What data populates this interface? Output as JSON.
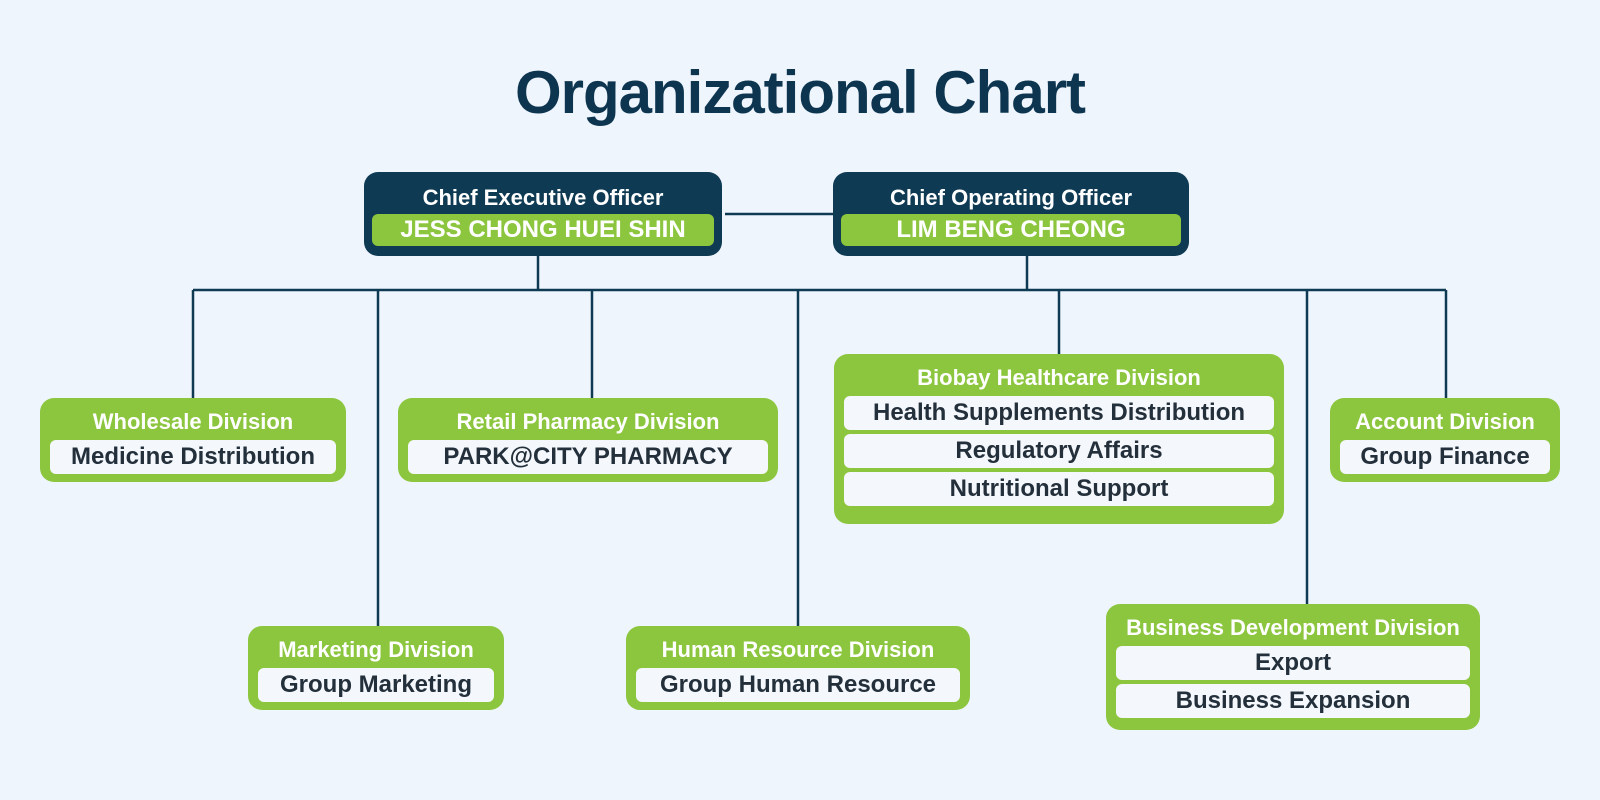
{
  "title": "Organizational Chart",
  "executives": [
    {
      "role": "Chief Executive Officer",
      "name": "JESS CHONG HUEI SHIN"
    },
    {
      "role": "Chief Operating Officer",
      "name": "LIM BENG CHEONG"
    }
  ],
  "divisions": [
    {
      "title": "Wholesale Division",
      "items": [
        "Medicine Distribution"
      ]
    },
    {
      "title": "Marketing Division",
      "items": [
        "Group Marketing"
      ]
    },
    {
      "title": "Retail Pharmacy Division",
      "items": [
        "PARK@CITY PHARMACY"
      ]
    },
    {
      "title": "Human Resource Division",
      "items": [
        "Group Human Resource"
      ]
    },
    {
      "title": "Biobay Healthcare Division",
      "items": [
        "Health Supplements Distribution",
        "Regulatory Affairs",
        "Nutritional Support"
      ]
    },
    {
      "title": "Business Development Division",
      "items": [
        "Export",
        "Business Expansion"
      ]
    },
    {
      "title": "Account Division",
      "items": [
        "Group Finance"
      ]
    }
  ],
  "colors": {
    "navy": "#0e3a53",
    "green": "#8cc63f",
    "background": "#eff5fc",
    "line": "#0e3a53"
  }
}
